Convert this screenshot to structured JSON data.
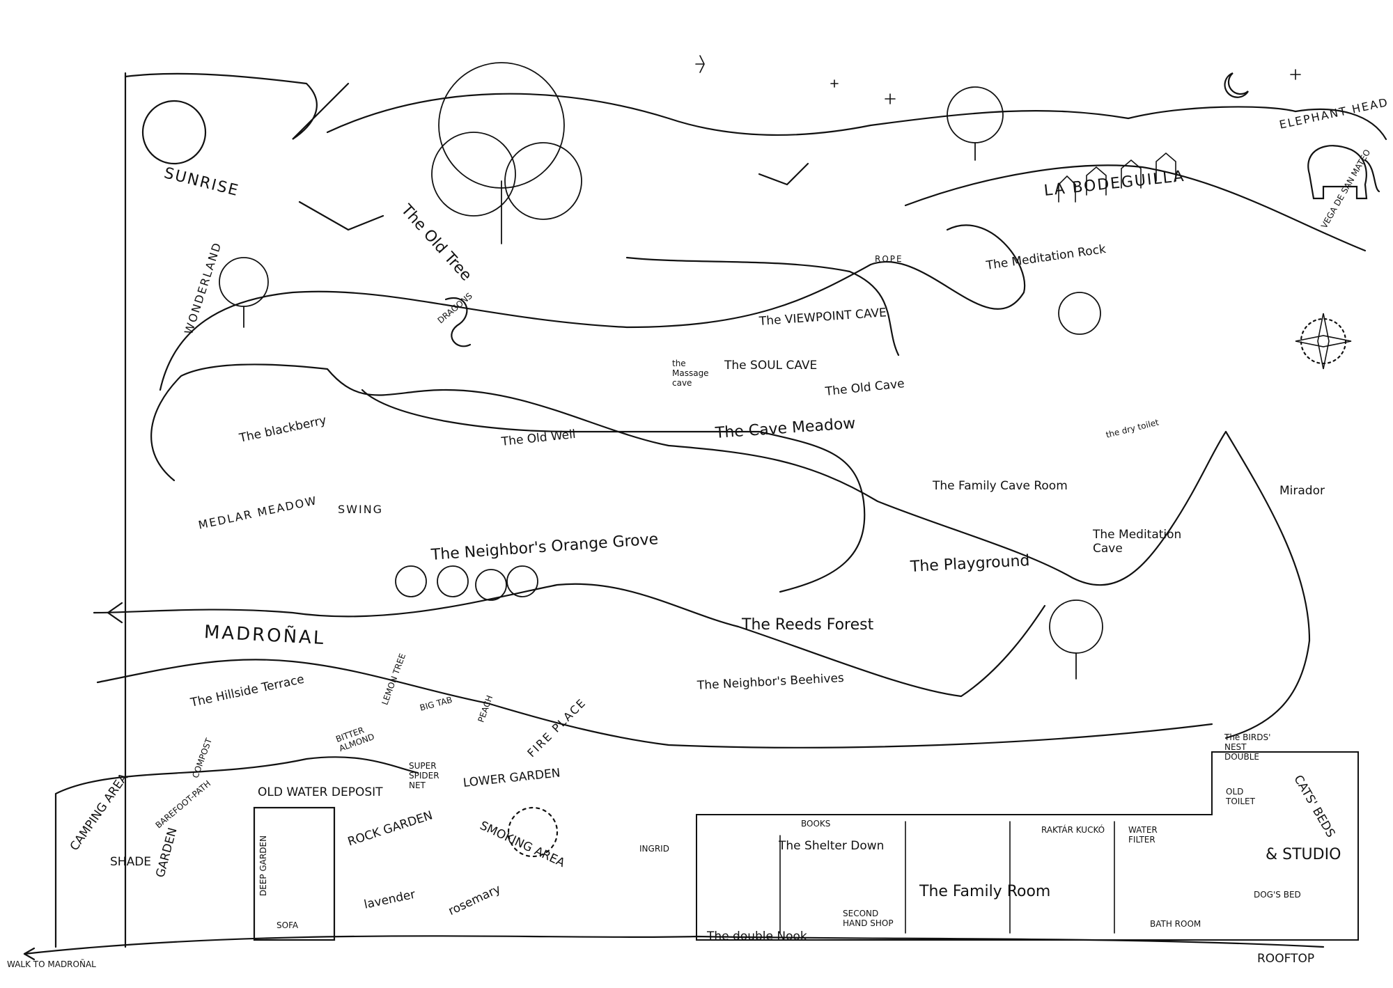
{
  "map": {
    "landmarks": {
      "sunrise": "SUNRISE",
      "old_tree": "The Old Tree",
      "dragons": "DRAGONS",
      "wonderland": "WONDERLAND",
      "rope": "ROPE",
      "meditation_rock": "The Meditation Rock",
      "viewpoint_cave": "The VIEWPOINT CAVE",
      "elephant_head": "ELEPHANT HEAD",
      "la_bodeguilla": "LA BODEGUILLA",
      "vega_de_san_mateo": "VEGA DE SAN MATEO",
      "massage_cave": "the Massage cave",
      "soul_cave": "The SOUL CAVE",
      "old_cave": "The Old Cave",
      "cave_meadow": "The Cave Meadow",
      "old_well": "The Old Well",
      "blackberry": "The blackberry",
      "dry_toilet": "the dry toilet",
      "mirador": "Mirador",
      "family_cave_room": "The Family Cave Room",
      "meditation_cave": "The Meditation Cave",
      "playground": "The Playground",
      "medlar_meadow": "MEDLAR MEADOW",
      "swing": "SWING",
      "orange_grove": "The Neighbor's Orange Grove",
      "reeds_forest": "The Reeds Forest",
      "madronal": "MADROÑAL",
      "beehives": "The Neighbor's Beehives"
    },
    "garden": {
      "hillside_terrace": "The Hillside Terrace",
      "compost": "COMPOST",
      "bitter_almond": "BITTER ALMOND",
      "lemon_tree": "LEMON TREE",
      "big_tab": "BIG TAB",
      "peach": "PEACH",
      "fire_place": "FIRE PLACE",
      "super_spider_net": "SUPER SPIDER NET",
      "lower_garden": "LOWER GARDEN",
      "old_water_deposit": "OLD WATER DEPOSIT",
      "rock_garden": "ROCK GARDEN",
      "camping_area": "CAMPING AREA",
      "barefoot_path": "BAREFOOT-PATH",
      "shade": "SHADE",
      "garden": "GARDEN",
      "deep_garden": "DEEP GARDEN",
      "smoking_area": "SMOKING AREA",
      "ingrid": "INGRID",
      "lavender": "lavender",
      "rosemary": "rosemary",
      "sofa": "SOFA",
      "walk_to_madronal": "WALK TO MADROÑAL"
    },
    "house": {
      "shelter_down": "The Shelter Down",
      "books": "BOOKS",
      "second_hand_shop": "SECOND HAND SHOP",
      "family_room": "The Family Room",
      "raktar_kucko": "RAKTÁR KUCKÓ",
      "water_filter": "WATER FILTER",
      "old_toilet": "OLD TOILET",
      "cats_beds": "CATS' BEDS",
      "studio": "& STUDIO",
      "dogs_bed": "DOG'S BED",
      "bath_room": "BATH ROOM",
      "rooftop": "ROOFTOP",
      "birds_nest": "The BIRDS' NEST DOUBLE",
      "double_nook": "The double Nook"
    }
  }
}
